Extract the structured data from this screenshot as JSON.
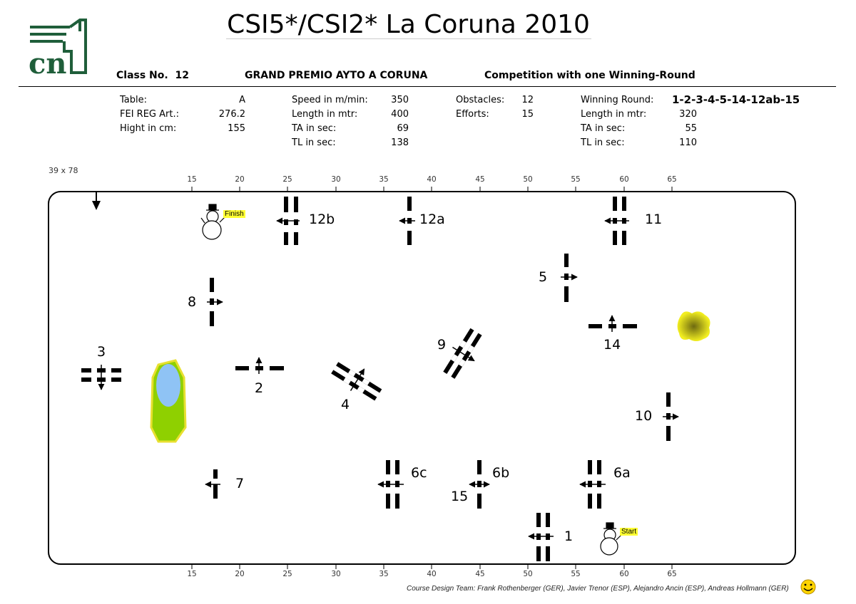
{
  "header": {
    "title": "CSI5*/CSI2* La Coruna 2010",
    "logo_text": "cn",
    "class_label": "Class No.",
    "class_no": "12",
    "class_name": "GRAND PREMIO AYTO A CORUNA",
    "competition": "Competition with one Winning-Round"
  },
  "table1": [
    {
      "label": "Table:",
      "value": "A"
    },
    {
      "label": "FEI REG Art.:",
      "value": "276.2"
    },
    {
      "label": "Hight in cm:",
      "value": "155"
    }
  ],
  "table2": [
    {
      "label": "Speed in m/min:",
      "value": "350"
    },
    {
      "label": "Length in mtr:",
      "value": "400"
    },
    {
      "label": "TA in sec:",
      "value": "69"
    },
    {
      "label": "TL in sec:",
      "value": "138"
    }
  ],
  "table3": [
    {
      "label": "Obstacles:",
      "value": "12"
    },
    {
      "label": "Efforts:",
      "value": "15"
    }
  ],
  "table4": [
    {
      "label": "Winning Round:",
      "value": "1-2-3-4-5-14-12ab-15"
    },
    {
      "label": "Length in mtr:",
      "value": "320"
    },
    {
      "label": "TA in sec:",
      "value": "55"
    },
    {
      "label": "TL in sec:",
      "value": "110"
    }
  ],
  "arena": {
    "dimensions": "39 x 78",
    "scale_ticks": [
      "15",
      "20",
      "25",
      "30",
      "35",
      "40",
      "45",
      "50",
      "55",
      "60",
      "65"
    ],
    "start_label": "Start",
    "finish_label": "Finish"
  },
  "fences": [
    {
      "id": "1",
      "label": "1",
      "kind": "oxer-v",
      "direction": "left"
    },
    {
      "id": "2",
      "label": "2",
      "kind": "vertical-h",
      "direction": "up"
    },
    {
      "id": "3",
      "label": "3",
      "kind": "oxer-h",
      "direction": "down"
    },
    {
      "id": "4",
      "label": "4",
      "kind": "oxer-diag",
      "direction": "up"
    },
    {
      "id": "5",
      "label": "5",
      "kind": "vertical-v",
      "direction": "right"
    },
    {
      "id": "6a",
      "label": "6a",
      "kind": "oxer-v",
      "direction": "left"
    },
    {
      "id": "6b",
      "label": "6b",
      "kind": "vertical-v",
      "direction": "both"
    },
    {
      "id": "6c",
      "label": "6c",
      "kind": "oxer-v",
      "direction": "left"
    },
    {
      "id": "7",
      "label": "7",
      "kind": "vertical-v",
      "direction": "left"
    },
    {
      "id": "8",
      "label": "8",
      "kind": "vertical-v",
      "direction": "right"
    },
    {
      "id": "9",
      "label": "9",
      "kind": "oxer-diag",
      "direction": "down"
    },
    {
      "id": "10",
      "label": "10",
      "kind": "vertical-v",
      "direction": "right"
    },
    {
      "id": "11",
      "label": "11",
      "kind": "oxer-v",
      "direction": "left"
    },
    {
      "id": "12a",
      "label": "12a",
      "kind": "vertical-v",
      "direction": "left"
    },
    {
      "id": "12b",
      "label": "12b",
      "kind": "oxer-v",
      "direction": "left"
    },
    {
      "id": "14",
      "label": "14",
      "kind": "vertical-h",
      "direction": "up"
    },
    {
      "id": "15",
      "label": "15",
      "kind": "same-as-6b",
      "direction": "both"
    }
  ],
  "footer": {
    "credits": "Course Design Team:   Frank Rothenberger (GER), Javier Trenor (ESP), Alejandro Ancin (ESP), Andreas Hollmann (GER)"
  },
  "colors": {
    "water_fill": "#8fc3f5",
    "grass_fill": "#8fd000",
    "highlight": "#ffff33",
    "bush": "#c8c010"
  }
}
